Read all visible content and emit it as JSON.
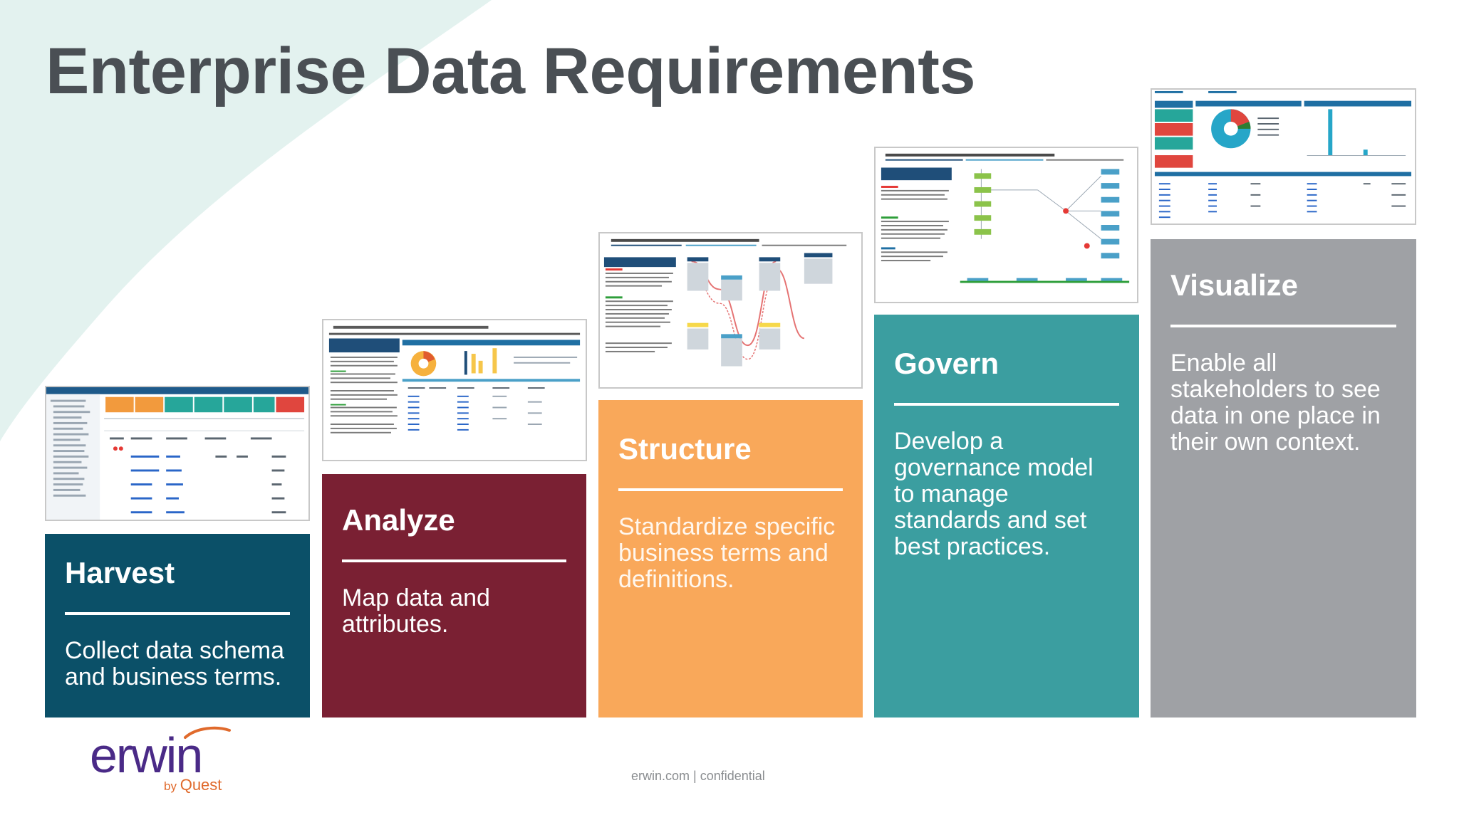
{
  "slide": {
    "title": "Enterprise Data Requirements",
    "footer": "erwin.com | confidential"
  },
  "cards": [
    {
      "heading": "Harvest",
      "text": "Collect data schema and business terms.",
      "color": "#0b5068"
    },
    {
      "heading": "Analyze",
      "text": "Map data and attributes.",
      "color": "#7a2033"
    },
    {
      "heading": "Structure",
      "text": "Standardize specific business terms and definitions.",
      "color": "#f9a85a"
    },
    {
      "heading": "Govern",
      "text": "Develop a governance model to manage standards and set best practices.",
      "color": "#3b9ea0"
    },
    {
      "heading": "Visualize",
      "text": "Enable all stakeholders to see data in one place in their own context.",
      "color": "#9fa1a5"
    }
  ],
  "thumbnails": [
    {
      "icon": "catalog-screenshot-thumbnail"
    },
    {
      "icon": "dashboard-screenshot-thumbnail"
    },
    {
      "icon": "lineage-screenshot-thumbnail"
    },
    {
      "icon": "workflow-screenshot-thumbnail"
    },
    {
      "icon": "report-screenshot-thumbnail"
    }
  ],
  "logo": {
    "word": "erwin",
    "by": "by",
    "brand": "Quest"
  }
}
